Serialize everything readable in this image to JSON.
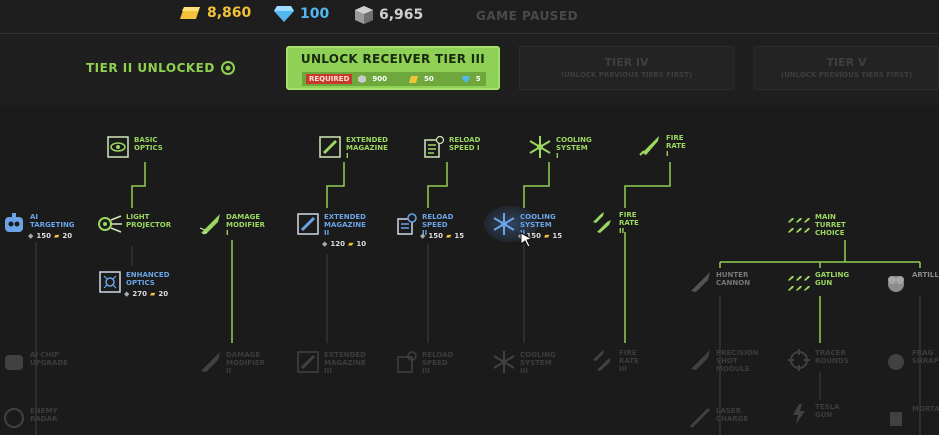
{
  "resources": {
    "gold": "8,860",
    "gems": "100",
    "scrap": "6,965",
    "status": "GAME PAUSED"
  },
  "tiers": {
    "current": "TIER II UNLOCKED",
    "unlock_label": "UNLOCK RECEIVER TIER III",
    "required_label": "REQUIRED",
    "cost_scrap": "900",
    "cost_gold": "50",
    "cost_gems": "5",
    "tier4": "TIER IV",
    "tier4_sub": "(UNLOCK PREVIOUS TIERS FIRST)",
    "tier5": "TIER V",
    "tier5_sub": "(UNLOCK PREVIOUS TIERS FIRST)"
  },
  "nodes": {
    "basic_optics": "BASIC\nOPTICS",
    "extended_mag_1": "EXTENDED\nMAGAZINE I",
    "reload_1": "RELOAD\nSPEED I",
    "cooling_1": "COOLING\nSYSTEM I",
    "fire_rate_1": "FIRE RATE I",
    "ai_targeting": "AI\nTARGETING",
    "ai_targeting_cost1": "150",
    "ai_targeting_cost2": "20",
    "light_projector": "LIGHT\nPROJECTOR",
    "damage_mod_1": "DAMAGE\nMODIFIER I",
    "extended_mag_2": "EXTENDED\nMAGAZINE\nII",
    "extended_mag_2_cost1": "120",
    "extended_mag_2_cost2": "10",
    "reload_2": "RELOAD\nSPEED II",
    "reload_2_cost1": "150",
    "reload_2_cost2": "15",
    "cooling_2": "COOLING\nSYSTEM II",
    "cooling_2_cost1": "150",
    "cooling_2_cost2": "15",
    "fire_rate_2": "FIRE RATE II",
    "main_turret": "MAIN\nTURRET\nCHOICE",
    "enhanced_optics": "ENHANCED\nOPTICS",
    "enhanced_optics_cost1": "270",
    "enhanced_optics_cost2": "20",
    "hunter_cannon": "HUNTER\nCANNON",
    "gatling_gun": "GATLING\nGUN",
    "artillery": "ARTILL",
    "ai_chip": "AI CHIP\nUPGRADE",
    "damage_mod_2": "DAMAGE\nMODIFIER II",
    "extended_mag_3": "EXTENDED\nMAGAZINE\nIII",
    "reload_3": "RELOAD\nSPEED III",
    "cooling_3": "COOLING\nSYSTEM III",
    "fire_rate_3": "FIRE RATE III",
    "precision_shot": "PRECISION\nSHOT\nMODULE",
    "tracer_rounds": "TRACER\nROUNDS",
    "frag_shrapnel": "FRAG\nSHRAPN",
    "enemy_radar": "ENEMY\nRADAR",
    "laser_charge": "LASER\nCHARGE",
    "tesla_gun": "TESLA GUN",
    "mortar": "MORTA"
  },
  "colors": {
    "green": "#9bd75f",
    "blue": "#6aa4e6",
    "gold": "#f2c23a",
    "gem": "#52b8f0",
    "line": "#8fcf52"
  }
}
